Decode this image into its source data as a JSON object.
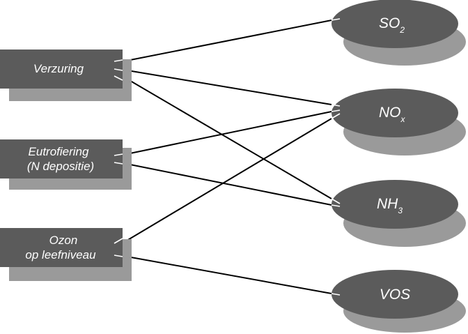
{
  "sources": [
    {
      "id": "verzuring",
      "lines": [
        "Verzuring"
      ]
    },
    {
      "id": "eutrofiering",
      "lines": [
        "Eutrofiering",
        "(N depositie)"
      ]
    },
    {
      "id": "ozon",
      "lines": [
        "Ozon",
        "op leefniveau"
      ]
    }
  ],
  "substances": [
    {
      "id": "so2",
      "main": "SO",
      "sub": "2"
    },
    {
      "id": "nox",
      "main": "NO",
      "sub": "x"
    },
    {
      "id": "nh3",
      "main": "NH",
      "sub": "3"
    },
    {
      "id": "vos",
      "main": "VOS",
      "sub": ""
    }
  ],
  "links": [
    {
      "from": "verzuring",
      "to": "so2"
    },
    {
      "from": "verzuring",
      "to": "nox"
    },
    {
      "from": "verzuring",
      "to": "nh3"
    },
    {
      "from": "eutrofiering",
      "to": "nox"
    },
    {
      "from": "eutrofiering",
      "to": "nh3"
    },
    {
      "from": "ozon",
      "to": "nox"
    },
    {
      "from": "ozon",
      "to": "vos"
    }
  ],
  "colors": {
    "face": "#5b5b5b",
    "shadow": "#9a9a9a",
    "line": "#000000",
    "text": "#ffffff"
  }
}
